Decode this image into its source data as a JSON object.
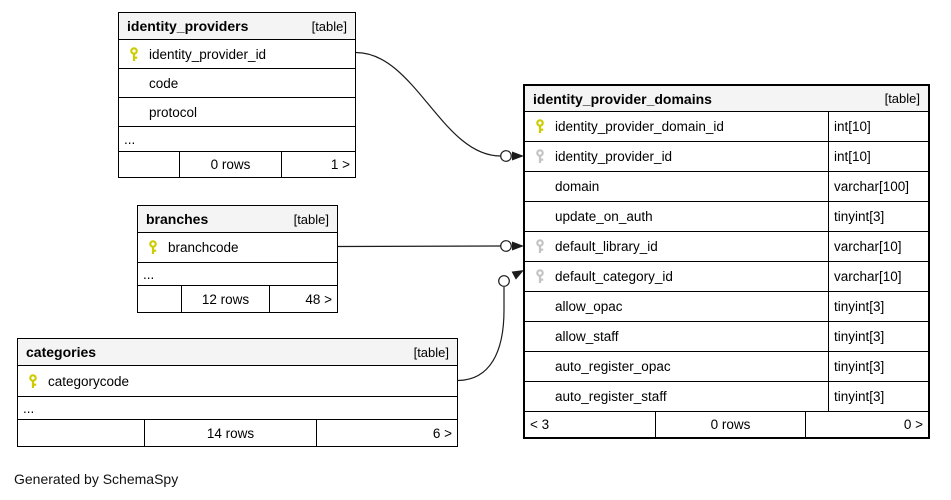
{
  "note": "Generated by SchemaSpy",
  "colors": {
    "primary_key_icon": "#cccc00",
    "foreign_key_icon": "#c3c3c3",
    "header_background": "#f4f4f4",
    "line": "#1c1c1c"
  },
  "tables": {
    "identity_providers": {
      "name": "identity_providers",
      "badge": "[table]",
      "ellipsis": "...",
      "columns": [
        {
          "name": "identity_provider_id",
          "key": "primary"
        },
        {
          "name": "code",
          "key": ""
        },
        {
          "name": "protocol",
          "key": ""
        }
      ],
      "footer": {
        "left": "",
        "rows": "0 rows",
        "right": "1 >"
      }
    },
    "branches": {
      "name": "branches",
      "badge": "[table]",
      "ellipsis": "...",
      "columns": [
        {
          "name": "branchcode",
          "key": "primary"
        }
      ],
      "footer": {
        "left": "",
        "rows": "12 rows",
        "right": "48 >"
      }
    },
    "categories": {
      "name": "categories",
      "badge": "[table]",
      "ellipsis": "...",
      "columns": [
        {
          "name": "categorycode",
          "key": "primary"
        }
      ],
      "footer": {
        "left": "",
        "rows": "14 rows",
        "right": "6 >"
      }
    },
    "identity_provider_domains": {
      "name": "identity_provider_domains",
      "badge": "[table]",
      "columns": [
        {
          "name": "identity_provider_domain_id",
          "type": "int[10]",
          "key": "primary"
        },
        {
          "name": "identity_provider_id",
          "type": "int[10]",
          "key": "foreign"
        },
        {
          "name": "domain",
          "type": "varchar[100]",
          "key": ""
        },
        {
          "name": "update_on_auth",
          "type": "tinyint[3]",
          "key": ""
        },
        {
          "name": "default_library_id",
          "type": "varchar[10]",
          "key": "foreign"
        },
        {
          "name": "default_category_id",
          "type": "varchar[10]",
          "key": "foreign"
        },
        {
          "name": "allow_opac",
          "type": "tinyint[3]",
          "key": ""
        },
        {
          "name": "allow_staff",
          "type": "tinyint[3]",
          "key": ""
        },
        {
          "name": "auto_register_opac",
          "type": "tinyint[3]",
          "key": ""
        },
        {
          "name": "auto_register_staff",
          "type": "tinyint[3]",
          "key": ""
        }
      ],
      "footer": {
        "left": "< 3",
        "rows": "0 rows",
        "right": "0 >"
      }
    }
  },
  "relationships": [
    {
      "parent": "identity_providers.identity_provider_id",
      "child": "identity_provider_domains.identity_provider_id"
    },
    {
      "parent": "branches.branchcode",
      "child": "identity_provider_domains.default_library_id"
    },
    {
      "parent": "categories.categorycode",
      "child": "identity_provider_domains.default_category_id"
    }
  ]
}
